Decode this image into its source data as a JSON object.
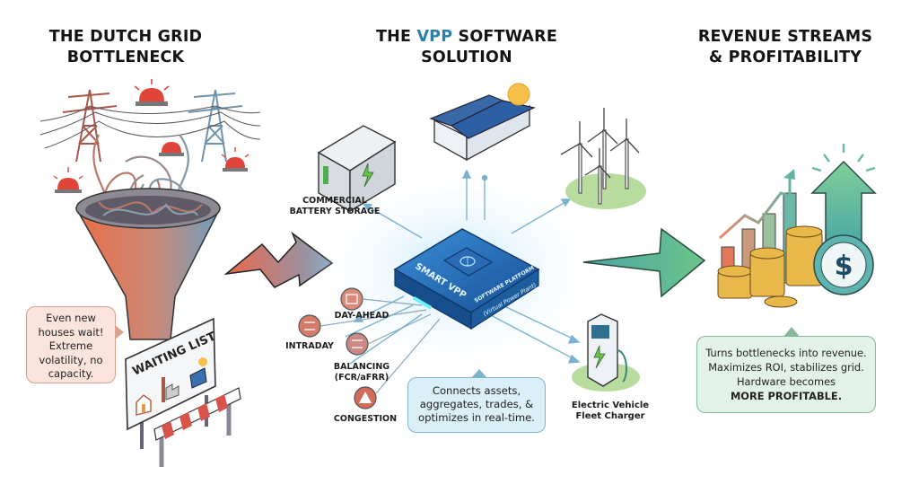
{
  "sections": {
    "left": {
      "title_line1": "THE DUTCH GRID",
      "title_line2": "BOTTLENECK",
      "bubble_lines": [
        "Even new",
        "houses wait!",
        "Extreme",
        "volatility, no",
        "capacity."
      ],
      "sign_text": "WAITING LIST"
    },
    "middle": {
      "title_prefix": "THE ",
      "title_accent": "VPP",
      "title_suffix": " SOFTWARE",
      "title_line2": "SOLUTION",
      "platform_main": "SMART VPP",
      "platform_sub": "SOFTWARE PLATFORM",
      "platform_note": "(Virtual Power Plant)",
      "assets": {
        "battery_line1": "COMMERCIAL",
        "battery_line2": "BATTERY STORAGE",
        "ev_line1": "Electric Vehicle",
        "ev_line2": "Fleet Charger"
      },
      "markets": [
        {
          "label": "DAY-AHEAD",
          "icon": "calendar-icon"
        },
        {
          "label": "INTRADAY",
          "icon": "swap-arrows-icon"
        },
        {
          "label_line1": "BALANCING",
          "label_line2": "(FCR/aFRR)",
          "icon": "exchange-arrows-icon"
        },
        {
          "label": "CONGESTION",
          "icon": "warning-icon"
        }
      ],
      "bubble_lines": [
        "Connects assets,",
        "aggregates, trades, &",
        "optimizes in real-time."
      ]
    },
    "right": {
      "title_line1": "REVENUE STREAMS",
      "title_line2": "& PROFITABILITY",
      "bubble_lines": [
        "Turns bottlenecks into revenue.",
        "Maximizes ROI, stabilizes grid.",
        "Hardware becomes"
      ],
      "bubble_strong": "MORE PROFITABLE.",
      "dollar_symbol": "$"
    }
  },
  "colors": {
    "accent_blue": "#2c7fa8",
    "alert_red": "#e0453a",
    "funnel_orange": "#e8774f",
    "funnel_blue": "#7fa3bd",
    "growth_green": "#5fb88a",
    "coin_gold": "#e8b84a",
    "platform_blue": "#1f5fa6"
  }
}
